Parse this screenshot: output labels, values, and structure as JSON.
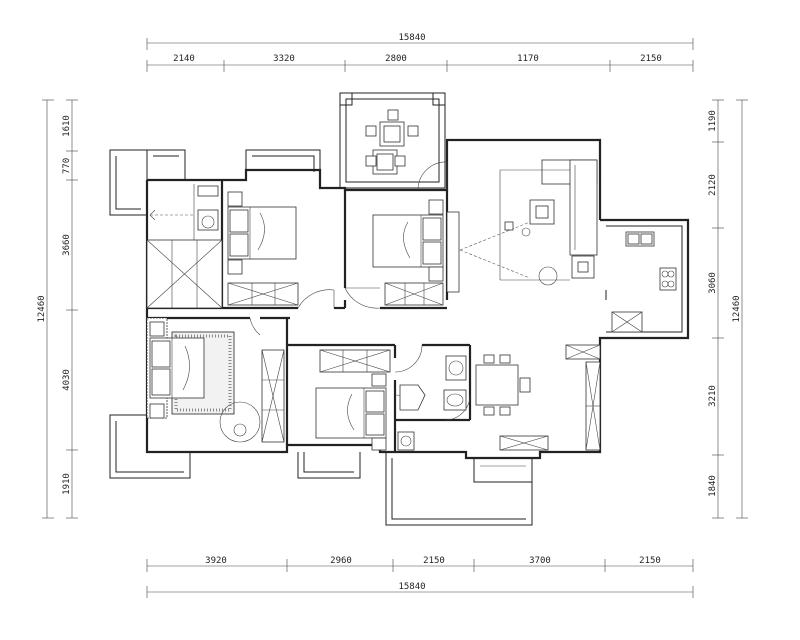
{
  "dimensions": {
    "top_total": "15840",
    "top_segments": [
      "2140",
      "3320",
      "2800",
      "1170",
      "2150"
    ],
    "bottom_total": "15840",
    "bottom_segments": [
      "3920",
      "2960",
      "2150",
      "3700",
      "2150"
    ],
    "left_total": "12460",
    "left_segments": [
      "1610",
      "770",
      "3660",
      "4030",
      "1910"
    ],
    "right_total": "12460",
    "right_segments": [
      "1190",
      "2120",
      "3060",
      "3210",
      "1840"
    ]
  }
}
